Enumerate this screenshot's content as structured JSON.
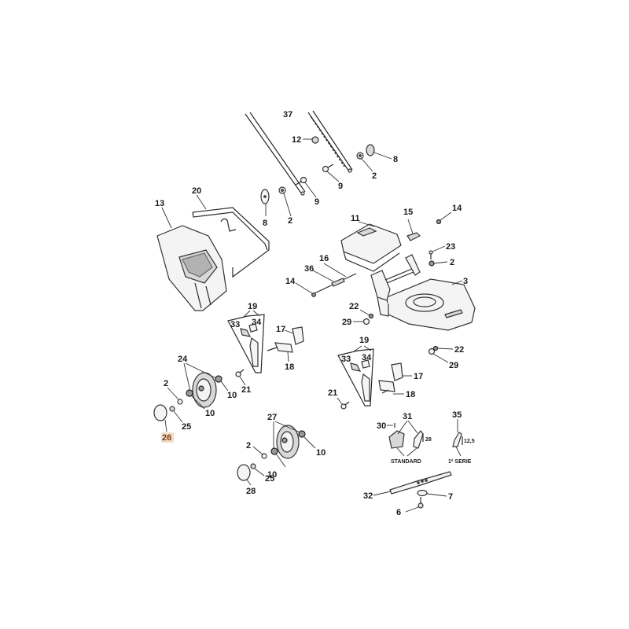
{
  "diagram": {
    "type": "exploded-parts-diagram",
    "subject": "lawn mower",
    "highlight_color": "#f3ddc9",
    "labels": {
      "p37": "37",
      "p12": "12",
      "p8a": "8",
      "p2a": "2",
      "p9a": "9",
      "p9b": "9",
      "p2b": "2",
      "p8b": "8",
      "p20": "20",
      "p13": "13",
      "p11": "11",
      "p15": "15",
      "p14a": "14",
      "p23": "23",
      "p2c": "2",
      "p16": "16",
      "p36": "36",
      "p14b": "14",
      "p3": "3",
      "p22a": "22",
      "p29a": "29",
      "p19a": "19",
      "p33a": "33",
      "p34a": "34",
      "p17a": "17",
      "p18a": "18",
      "p22b": "22",
      "p29b": "29",
      "p19b": "19",
      "p33b": "33",
      "p34b": "34",
      "p17b": "17",
      "p18b": "18",
      "p24": "24",
      "p2d": "2",
      "p10a": "10",
      "p10b": "10",
      "p21a": "21",
      "p25a": "25",
      "p26": "26",
      "p21b": "21",
      "p31": "31",
      "p35": "35",
      "p30": "30",
      "p27": "27",
      "p2e": "2",
      "p10c": "10",
      "p10d": "10",
      "p25b": "25",
      "p28": "28",
      "p32": "32",
      "p7": "7",
      "p6": "6"
    },
    "notes": {
      "standard": "STANDARD",
      "first_series": "1ª SERIE",
      "dim_28": "28",
      "dim_12_5": "12,5"
    },
    "highlighted_part": "26"
  }
}
